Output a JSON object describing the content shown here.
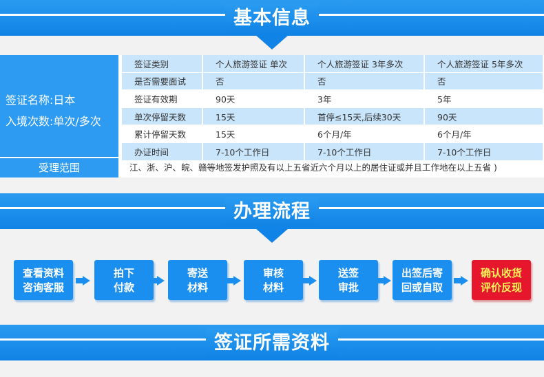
{
  "sections": {
    "basic_info": "基本信息",
    "process": "办理流程",
    "materials": "签证所需资料"
  },
  "visa": {
    "name_label": "签证名称:日本",
    "entries_label": "入境次数:单次/多次",
    "rows": [
      {
        "label": "签证类别",
        "single": "个人旅游签证 单次",
        "three_year": "个人旅游签证  3年多次",
        "five_year": "个人旅游签证  5年多次"
      },
      {
        "label": "是否需要面试",
        "single": "否",
        "three_year": "否",
        "five_year": "否"
      },
      {
        "label": "签证有效期",
        "single": "90天",
        "three_year": "3年",
        "five_year": "5年"
      },
      {
        "label": "单次停留天数",
        "single": "15天",
        "three_year": "首停≤15天,后续30天",
        "five_year": "90天"
      },
      {
        "label": "累计停留天数",
        "single": "15天",
        "three_year": "6个月/年",
        "five_year": "6个月/年"
      },
      {
        "label": "办证时间",
        "single": "7-10个工作日",
        "three_year": "7-10个工作日",
        "five_year": "7-10个工作日"
      }
    ],
    "scope_label": "受理范围",
    "scope_text": "江、浙、沪、皖、赣等地签发护照及有以上五省近六个月以上的居住证或并且工作地在以上五省 )"
  },
  "steps": [
    {
      "line1": "查看资料",
      "line2": "咨询客服"
    },
    {
      "line1": "拍下",
      "line2": "付款"
    },
    {
      "line1": "寄送",
      "line2": "材料"
    },
    {
      "line1": "审核",
      "line2": "材料"
    },
    {
      "line1": "送签",
      "line2": "审批"
    },
    {
      "line1": "出签后寄",
      "line2": "回或自取"
    },
    {
      "line1": "确认收货",
      "line2": "评价反现"
    }
  ],
  "colors": {
    "brand_blue": "#1b8ff0",
    "row_blue": "#c9e5fb",
    "highlight_red": "#e6162d",
    "highlight_text": "#fff45a"
  }
}
